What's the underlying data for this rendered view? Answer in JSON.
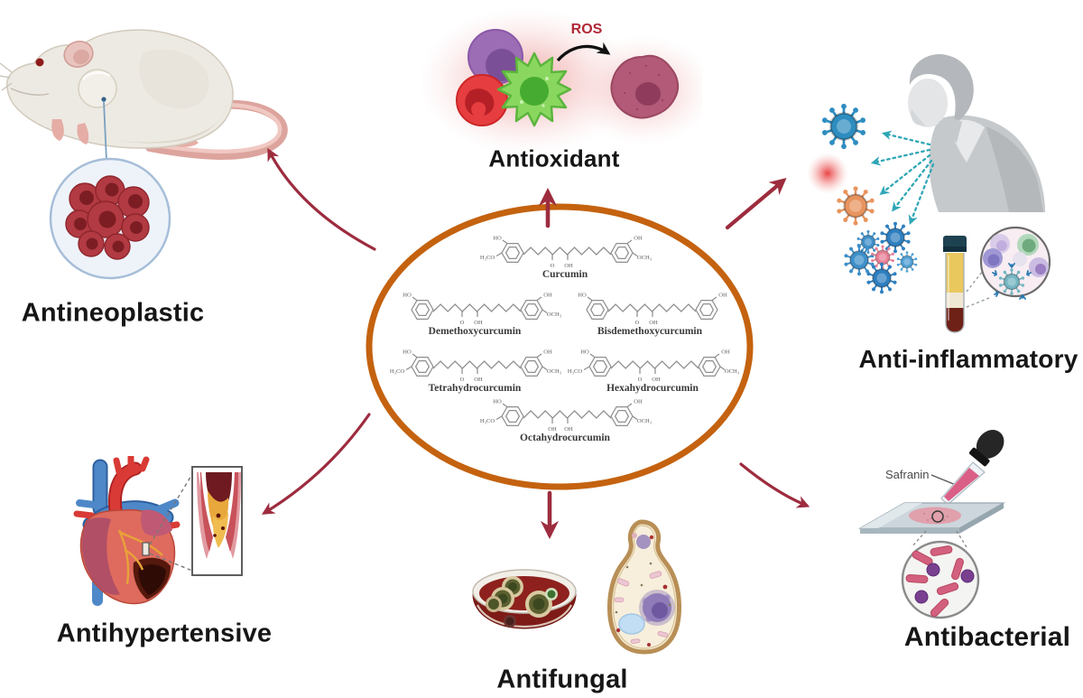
{
  "center": {
    "molecules": [
      {
        "name": "Curcumin",
        "left_top": "HO",
        "left_side": "H₃CO",
        "right_top": "OH",
        "right_side": "OCH₃",
        "chain_labels": [
          "O",
          "OH"
        ]
      },
      {
        "name": "Demethoxycurcumin",
        "left_top": "HO",
        "left_side": "",
        "right_top": "OH",
        "right_side": "OCH₃",
        "chain_labels": [
          "O",
          "OH"
        ]
      },
      {
        "name": "Bisdemethoxycurcumin",
        "left_top": "HO",
        "left_side": "",
        "right_top": "OH",
        "right_side": "",
        "chain_labels": [
          "O",
          "OH"
        ]
      },
      {
        "name": "Tetrahydrocurcumin",
        "left_top": "HO",
        "left_side": "H₃CO",
        "right_top": "OH",
        "right_side": "OCH₃",
        "chain_labels": [
          "O",
          "OH"
        ]
      },
      {
        "name": "Hexahydrocurcumin",
        "left_top": "HO",
        "left_side": "H₃CO",
        "right_top": "OH",
        "right_side": "OCH₃",
        "chain_labels": [
          "O",
          "OH"
        ]
      },
      {
        "name": "Octahydrocurcumin",
        "left_top": "HO",
        "left_side": "H₃CO",
        "right_top": "OH",
        "right_side": "OCH₃",
        "chain_labels": [
          "OH",
          "OH"
        ]
      }
    ]
  },
  "sections": {
    "antioxidant": {
      "label": "Antioxidant",
      "annotation": "ROS",
      "icon": "immune-cells-ros-icon"
    },
    "anti_inflammatory": {
      "label": "Anti-inflammatory",
      "icon": "coughing-person-viruses-blood-tube-icon"
    },
    "antineoplastic": {
      "label": "Antineoplastic",
      "icon": "mouse-tumor-icon"
    },
    "antihypertensive": {
      "label": "Antihypertensive",
      "icon": "heart-blocked-artery-icon"
    },
    "antifungal": {
      "label": "Antifungal",
      "icon": "petri-dish-yeast-cell-icon"
    },
    "antibacterial": {
      "label": "Antibacterial",
      "annotation": "Safranin",
      "icon": "safranin-stain-bacteria-icon"
    }
  },
  "colors": {
    "background": "#ffffff",
    "arrow": "#9d2c3e",
    "oval_border": "#c4620f",
    "ros_text": "#b02836",
    "teal_arrow": "#2fa6b6",
    "label_text": "#161616"
  }
}
